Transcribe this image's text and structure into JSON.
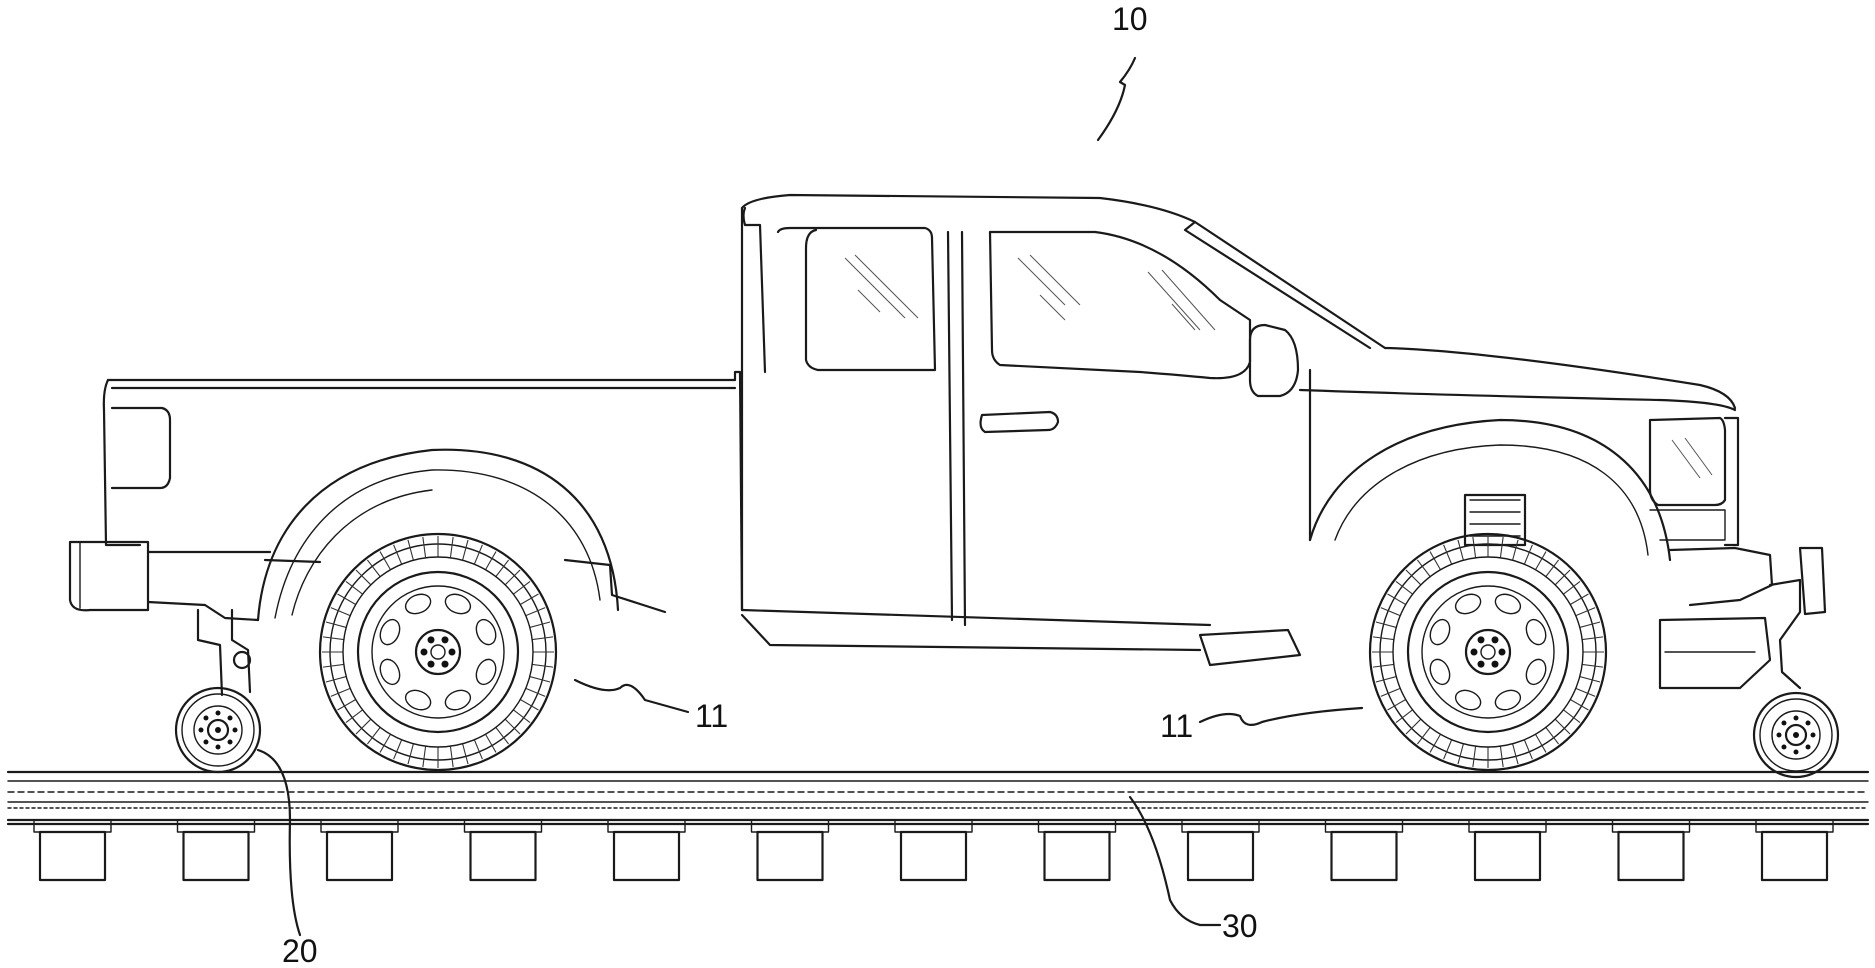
{
  "figure": {
    "reference_numerals": {
      "vehicle": "10",
      "road_wheel_rear": "11",
      "road_wheel_front": "11",
      "rail_guide_wheel": "20",
      "rail_track": "30"
    }
  }
}
